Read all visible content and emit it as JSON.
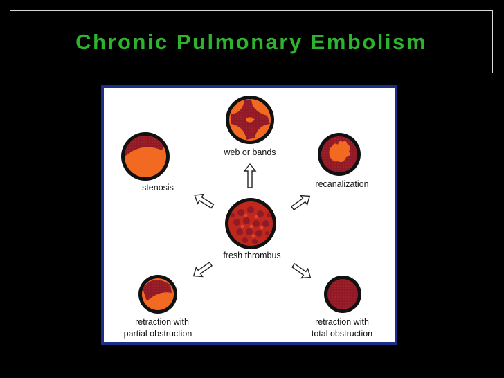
{
  "slide": {
    "title": "Chronic Pulmonary Embolism"
  },
  "diagram": {
    "labels": {
      "center": "fresh thrombus",
      "top": "web or bands",
      "top_left": "stenosis",
      "top_right": "recanalization",
      "bottom_left_line1": "retraction with",
      "bottom_left_line2": "partial obstruction",
      "bottom_right_line1": "retraction with",
      "bottom_right_line2": "total obstruction"
    },
    "colors": {
      "lumen_orange": "#f26a21",
      "thrombus_red": "#c0281c",
      "thrombus_dark": "#8e1a2a",
      "vessel_wall": "#111111",
      "frame_blue": "#1a2f8a",
      "title_green": "#2db32d"
    }
  }
}
